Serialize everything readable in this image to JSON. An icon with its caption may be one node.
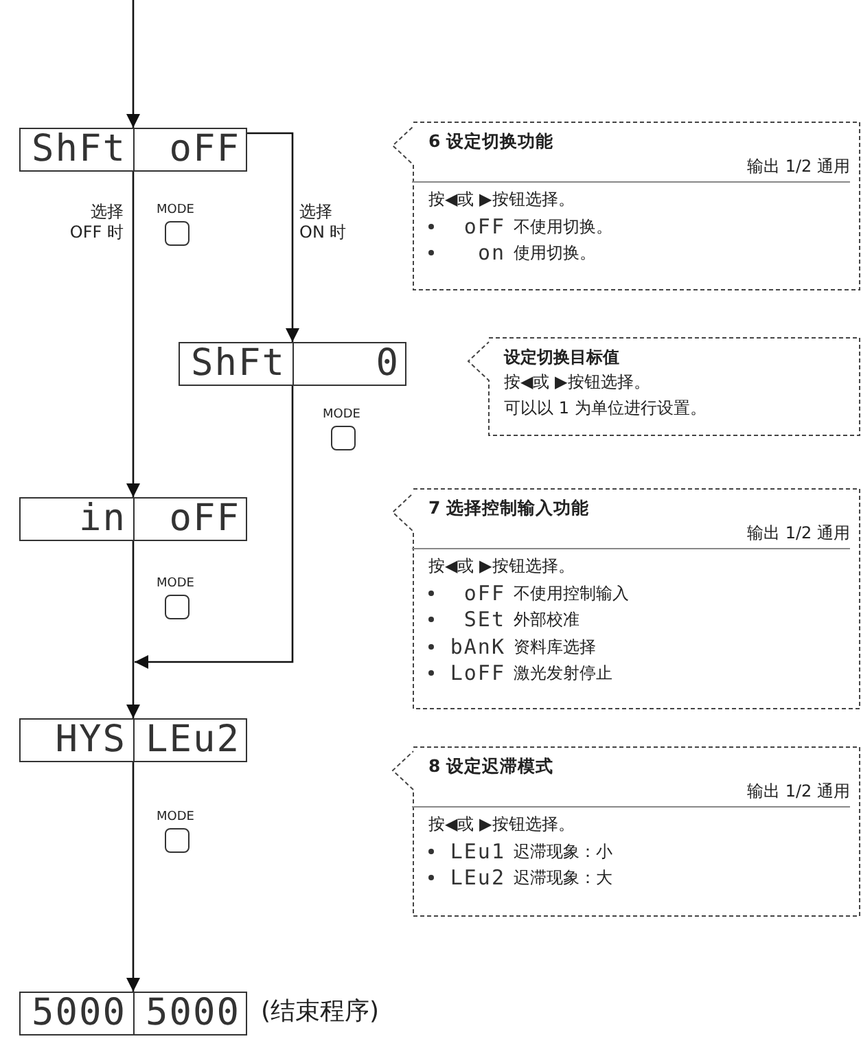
{
  "diagram": {
    "nodes": [
      {
        "text": [
          "ShFt",
          "oFF"
        ]
      },
      {
        "text": [
          "ShFt",
          "0"
        ]
      },
      {
        "text": [
          "in",
          "oFF"
        ]
      },
      {
        "text": [
          "HYS",
          "LEu2"
        ]
      },
      {
        "text": [
          "5000",
          "5000"
        ],
        "beside": [
          "(结束程序)"
        ]
      },
      {
        "text": [
          "6 设定切换功能",
          "输出 1/2 通用",
          "按◀或 ▶按钮选择。",
          "oFF",
          "不使用切换。",
          "on",
          "使用切换。"
        ]
      },
      {
        "text": [
          "设定切换目标值",
          "按◀或 ▶按钮选择。",
          "可以以 1 为单位进行设置。"
        ]
      },
      {
        "text": [
          "7 选择控制输入功能",
          "输出 1/2 通用",
          "按◀或 ▶按钮选择。",
          "oFF",
          "不使用控制输入",
          "SEt",
          "外部校准",
          "bAnK",
          "资料库选择",
          "LoFF",
          "激光发射停止"
        ]
      },
      {
        "text": [
          "8 设定迟滞模式",
          "输出 1/2 通用",
          "按◀或 ▶按钮选择。",
          "LEu1",
          "迟滞现象：小",
          "LEu2",
          "迟滞现象：大"
        ]
      }
    ],
    "edges": [
      {
        "from": null,
        "to": 0,
        "arrow": "to"
      },
      {
        "from": 0,
        "to": 2,
        "arrow": "to",
        "label": "选择 OFF 时"
      },
      {
        "from": 0,
        "to": 1,
        "arrow": "to",
        "label": "选择 ON 时"
      },
      {
        "from": 1,
        "to": 3,
        "arrow": "to"
      },
      {
        "from": 2,
        "to": 3,
        "arrow": "to"
      },
      {
        "from": 3,
        "to": 4,
        "arrow": "to"
      }
    ],
    "labels": [
      "MODE",
      "MODE",
      "MODE",
      "MODE"
    ]
  }
}
